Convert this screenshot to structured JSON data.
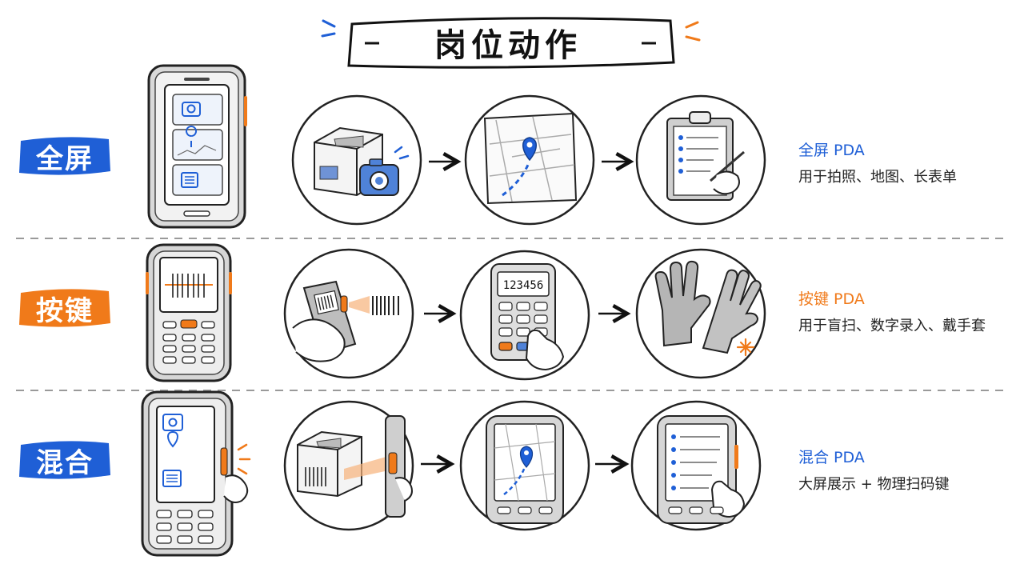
{
  "title": "岗位动作",
  "colors": {
    "blue": "#1f5fd6",
    "orange": "#f07a1a",
    "ink": "#222222"
  },
  "rows": [
    {
      "badge": "全屏",
      "badge_color": "blue",
      "label_title": "全屏 PDA",
      "label_desc": "用于拍照、地图、长表单",
      "icons": [
        "full-screen-pda-icon",
        "box-camera-icon",
        "map-route-icon",
        "clipboard-form-icon"
      ]
    },
    {
      "badge": "按键",
      "badge_color": "orange",
      "label_title": "按键 PDA",
      "label_desc": "用于盲扫、数字录入、戴手套",
      "keypad_display": "123456",
      "icons": [
        "keypad-pda-icon",
        "hand-scan-barcode-icon",
        "numeric-keypad-icon",
        "gloves-icon"
      ]
    },
    {
      "badge": "混合",
      "badge_color": "blue",
      "label_title": "混合 PDA",
      "label_desc": "大屏展示 + 物理扫码键",
      "icons": [
        "hybrid-pda-icon",
        "box-side-scan-icon",
        "pda-map-icon",
        "pda-checklist-icon"
      ]
    }
  ]
}
